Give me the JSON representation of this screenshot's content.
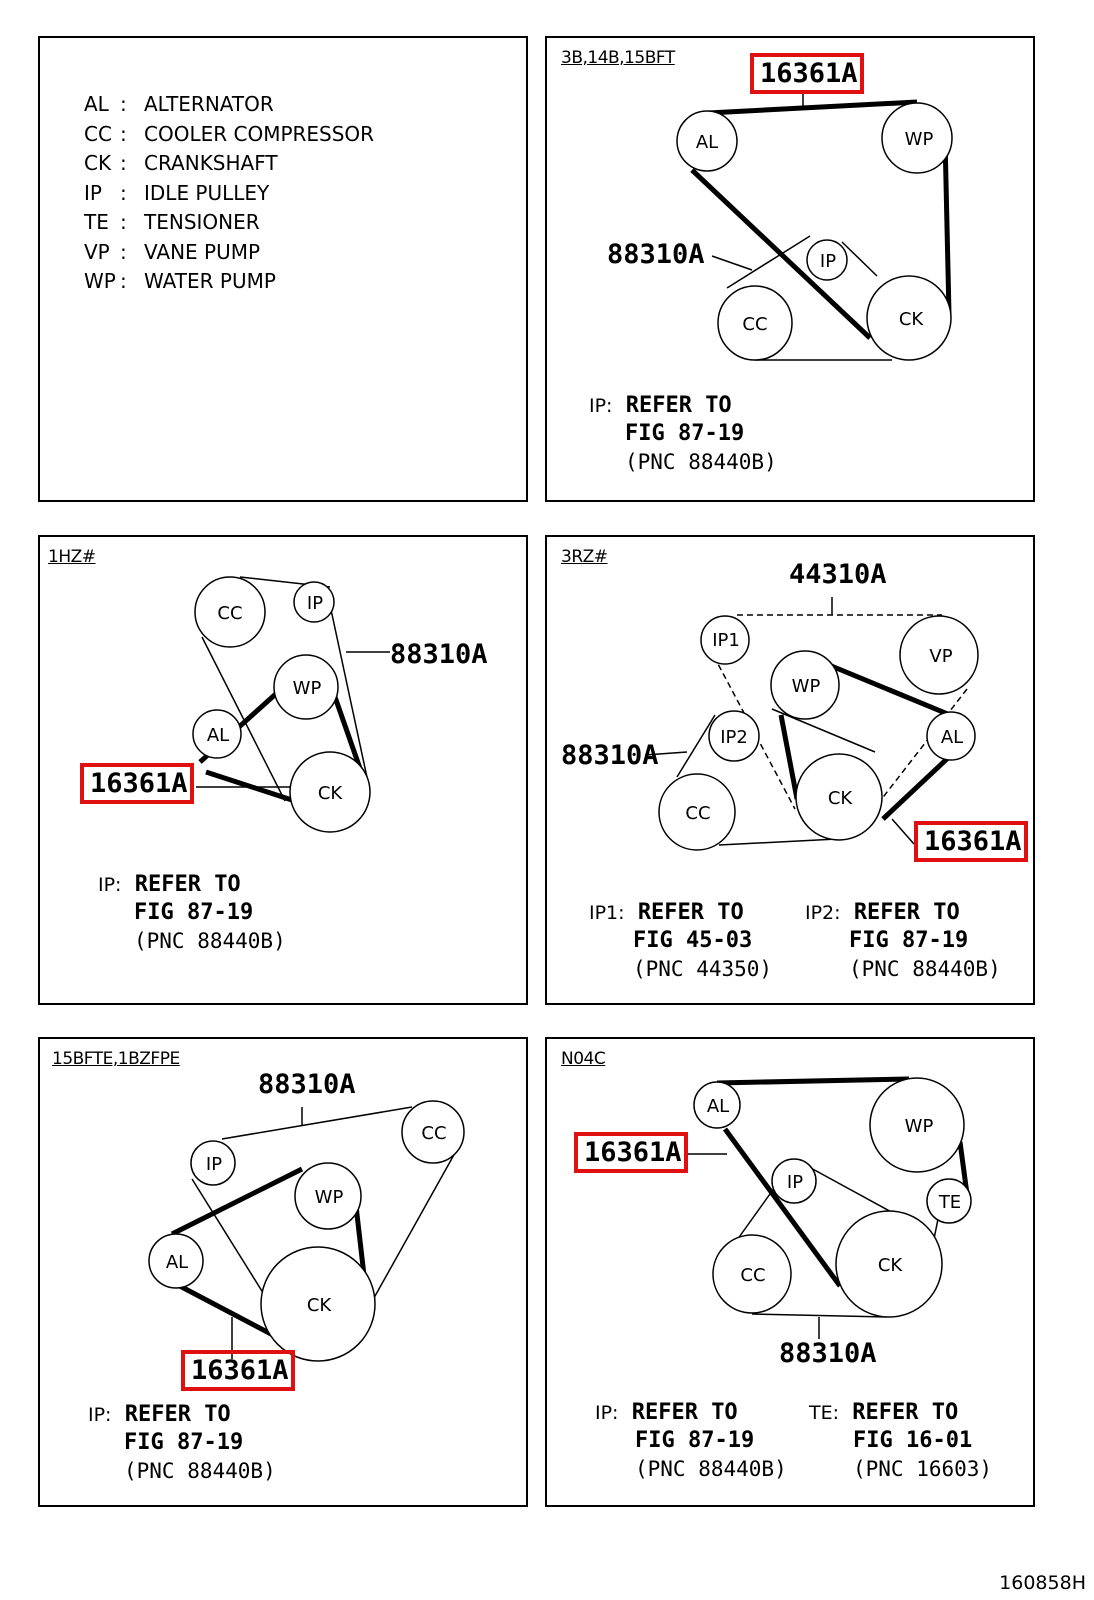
{
  "legend": [
    {
      "abbr": "AL",
      "name": "ALTERNATOR"
    },
    {
      "abbr": "CC",
      "name": "COOLER COMPRESSOR"
    },
    {
      "abbr": "CK",
      "name": "CRANKSHAFT"
    },
    {
      "abbr": "IP",
      "name": "IDLE PULLEY"
    },
    {
      "abbr": "TE",
      "name": "TENSIONER"
    },
    {
      "abbr": "VP",
      "name": "VANE PUMP"
    },
    {
      "abbr": "WP",
      "name": "WATER PUMP"
    }
  ],
  "legend_colon": ":",
  "highlight_color": "#e01010",
  "panels": {
    "p2": {
      "tag": "3B,14B,15BFT",
      "part_belt": "16361A",
      "part_cooler": "88310A",
      "ref": {
        "label": "IP:",
        "line1": "REFER TO",
        "line2": "FIG 87-19",
        "line3": "(PNC 88440B)"
      }
    },
    "p3": {
      "tag": "1HZ#",
      "part_cooler": "88310A",
      "part_belt": "16361A",
      "ref": {
        "label": "IP:",
        "line1": "REFER TO",
        "line2": "FIG 87-19",
        "line3": "(PNC 88440B)"
      }
    },
    "p4": {
      "tag": "3RZ#",
      "part_vane": "44310A",
      "part_cooler": "88310A",
      "part_belt": "16361A",
      "ref1": {
        "label": "IP1:",
        "line1": "REFER TO",
        "line2": "FIG 45-03",
        "line3": "(PNC 44350)"
      },
      "ref2": {
        "label": "IP2:",
        "line1": "REFER TO",
        "line2": "FIG 87-19",
        "line3": "(PNC 88440B)"
      }
    },
    "p5": {
      "tag": "15BFTE,1BZFPE",
      "part_cooler": "88310A",
      "part_belt": "16361A",
      "ref": {
        "label": "IP:",
        "line1": "REFER TO",
        "line2": "FIG 87-19",
        "line3": "(PNC 88440B)"
      }
    },
    "p6": {
      "tag": "N04C",
      "part_belt": "16361A",
      "part_cooler": "88310A",
      "ref1": {
        "label": "IP:",
        "line1": "REFER TO",
        "line2": "FIG 87-19",
        "line3": "(PNC 88440B)"
      },
      "ref2": {
        "label": "TE:",
        "line1": "REFER TO",
        "line2": "FIG 16-01",
        "line3": "(PNC 16603)"
      }
    }
  },
  "pulleys": {
    "al": "AL",
    "cc": "CC",
    "ck": "CK",
    "ip": "IP",
    "ip1": "IP1",
    "ip2": "IP2",
    "te": "TE",
    "vp": "VP",
    "wp": "WP"
  },
  "figure_code": "160858H"
}
